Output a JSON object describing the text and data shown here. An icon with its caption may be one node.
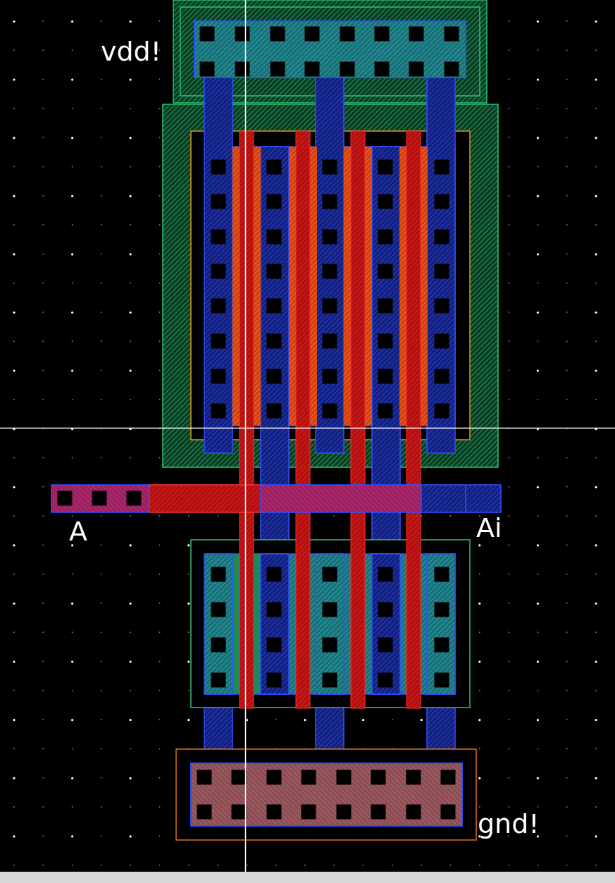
{
  "diagram": {
    "labels": [
      "vdd!",
      "A",
      "Ai",
      "gnd!"
    ]
  }
}
